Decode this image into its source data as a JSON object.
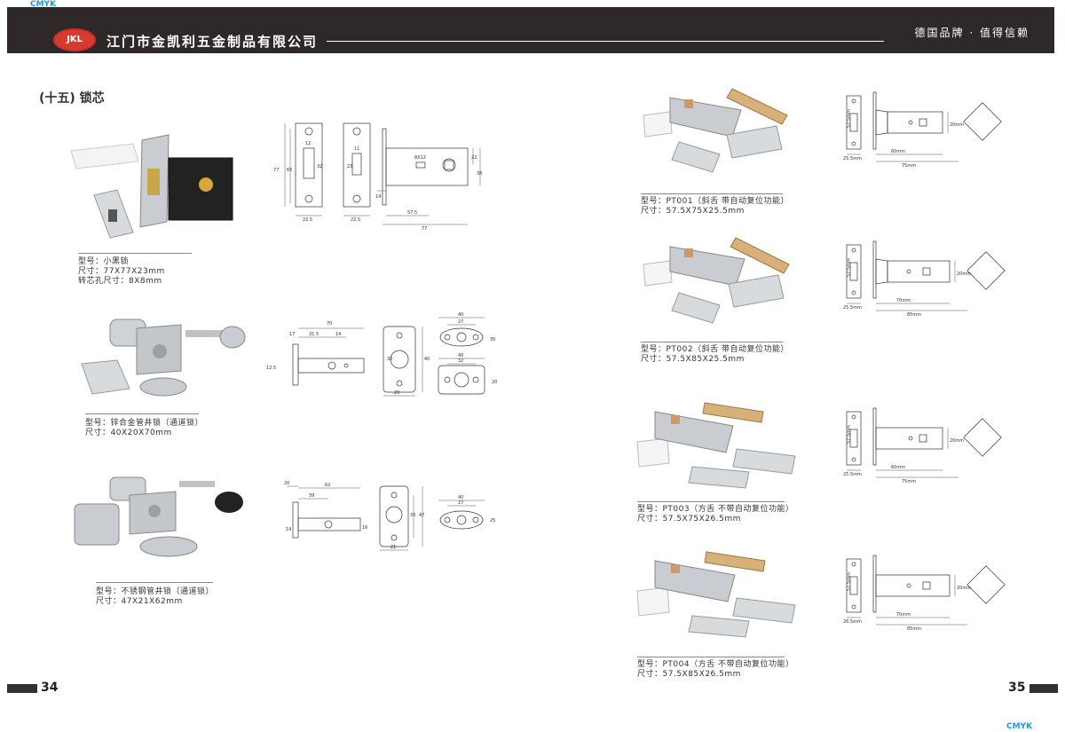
{
  "header": {
    "company": "江门市金凯利五金制品有限公司",
    "slogan": "德国品牌 · 值得信赖",
    "logo_text": "JKL",
    "cmyk": "CMYK"
  },
  "section_title": "(十五) 锁芯",
  "products_left": [
    {
      "model": "型号：小黑锁",
      "size": "尺寸：77X77X23mm",
      "extra": "转芯孔尺寸：8X8mm"
    },
    {
      "model": "型号：锌合金管井锁（通道锁）",
      "size": "尺寸：40X20X70mm"
    },
    {
      "model": "型号：不锈钢管井锁（通道锁）",
      "size": "尺寸：47X21X62mm"
    }
  ],
  "products_right": [
    {
      "model": "型号：PT001（斜舌 带自动复位功能）",
      "size": "尺寸：57.5X75X25.5mm",
      "dims": [
        "57.5mm",
        "25.5mm",
        "60mm",
        "75mm",
        "20mm"
      ]
    },
    {
      "model": "型号：PT002（斜舌 带自动复位功能）",
      "size": "尺寸：57.5X85X25.5mm",
      "dims": [
        "57.5mm",
        "25.5mm",
        "70mm",
        "85mm",
        "20mm"
      ]
    },
    {
      "model": "型号：PT003（方舌 不带自动复位功能）",
      "size": "尺寸：57.5X75X26.5mm",
      "dims": [
        "57.5mm",
        "25.5mm",
        "60mm",
        "75mm",
        "20mm"
      ]
    },
    {
      "model": "型号：PT004（方舌 不带自动复位功能）",
      "size": "尺寸：57.5X85X26.5mm",
      "dims": [
        "57.5mm",
        "26.5mm",
        "70mm",
        "85mm",
        "20mm"
      ]
    }
  ],
  "drawing1": {
    "d77": "77",
    "d65": "65",
    "d12": "12",
    "d32": "32",
    "d22_5a": "22.5",
    "d11": "11",
    "d23": "23",
    "d22_5b": "22.5",
    "d8x12": "8X12",
    "d22": "22",
    "d38": "38",
    "d14": "14",
    "d57_5": "57.5",
    "d77b": "77"
  },
  "drawing2": {
    "d70": "70",
    "d17": "17",
    "d31_5": "31.5",
    "d14": "14",
    "d12_5": "12.5",
    "d32": "32",
    "d40": "40",
    "d20": "20",
    "d40a": "40",
    "d27a": "27",
    "d35": "35",
    "d40b": "40",
    "d32b": "32",
    "d20b": "20"
  },
  "drawing3": {
    "d20": "20",
    "d62": "62",
    "d39": "39",
    "d14": "14",
    "d16": "16",
    "d33": "33",
    "d47": "47",
    "d21": "21",
    "d40": "40",
    "d27": "27",
    "d25": "25"
  },
  "page_left": "34",
  "page_right": "35"
}
